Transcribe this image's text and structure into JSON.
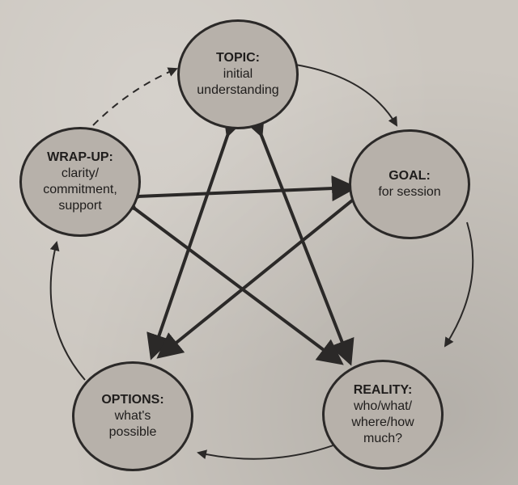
{
  "nodes": {
    "topic": {
      "title": "TOPIC:",
      "lines": [
        "initial",
        "understanding"
      ]
    },
    "goal": {
      "title": "GOAL:",
      "lines": [
        "for session"
      ]
    },
    "reality": {
      "title": "REALITY:",
      "lines": [
        "who/what/",
        "where/how",
        "much?"
      ]
    },
    "options": {
      "title": "OPTIONS:",
      "lines": [
        "what's",
        "possible"
      ]
    },
    "wrapup": {
      "title": "WRAP-UP:",
      "lines": [
        "clarity/",
        "commitment,",
        "support"
      ]
    }
  },
  "colors": {
    "background": "#ccc7c0",
    "node_fill": "#b7b1aa",
    "stroke": "#2b2928"
  }
}
